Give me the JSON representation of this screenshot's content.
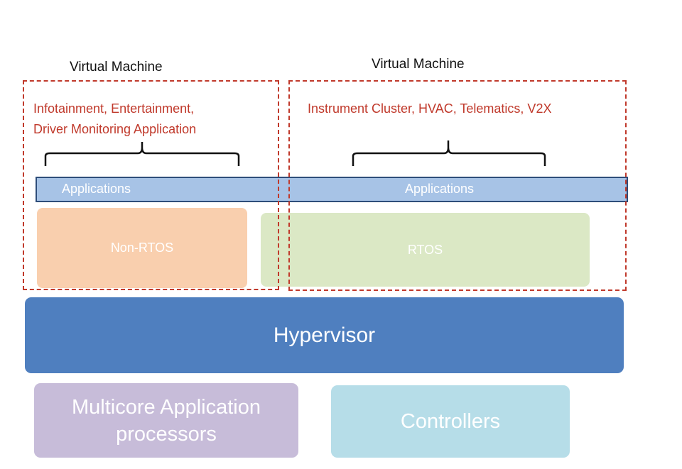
{
  "left_vm": {
    "title": "Virtual Machine",
    "apps_line1": "Infotainment, Entertainment,",
    "apps_line2": "Driver Monitoring Application",
    "bar_label": "Applications",
    "os_label": "Non-RTOS"
  },
  "right_vm": {
    "title": "Virtual Machine",
    "apps_line1": "Instrument Cluster, HVAC, Telematics, V2X",
    "bar_label": "Applications",
    "os_label": "RTOS"
  },
  "hypervisor": {
    "label": "Hypervisor"
  },
  "processors": {
    "line1": "Multicore Application",
    "line2": "processors"
  },
  "controllers": {
    "label": "Controllers"
  },
  "colors": {
    "dashed_frame": "#c0392b",
    "app_bar_fill": "#a7c3e6",
    "app_bar_border": "#2e4d7a",
    "non_rtos": "#f9cfae",
    "rtos": "#dbe8c5",
    "hypervisor": "#4f7fbf",
    "processors": "#c7bcd9",
    "controllers": "#b6dde8"
  }
}
